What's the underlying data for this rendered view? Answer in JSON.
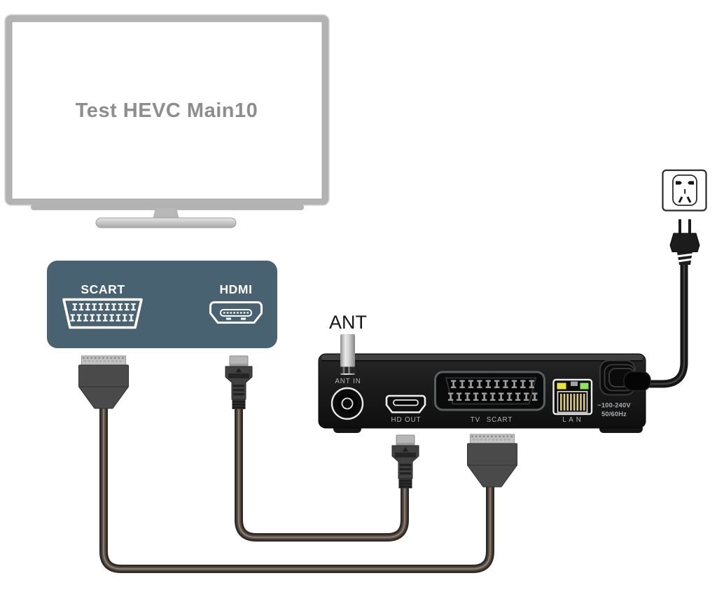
{
  "diagram": {
    "tv": {
      "screen_text": "Test HEVC Main10"
    },
    "tv_panel": {
      "scart_label": "SCART",
      "hdmi_label": "HDMI"
    },
    "antenna": {
      "label": "ANT"
    },
    "receiver": {
      "ports": {
        "ant_in": "ANT IN",
        "hd_out": "HD OUT",
        "tv_scart": "TV SCART",
        "lan": "L A N"
      },
      "power_rating": {
        "line1": "~100-240V",
        "line2": "50/60Hz"
      }
    },
    "icons": {
      "scart_port": "trapezoid-outline-with-pin-rows",
      "hdmi_port": "hdmi-trapezoid-outline",
      "coax_port": "concentric-circles",
      "rj45_port": "jack-with-leds-and-gold-pins",
      "power_outlet": "cn-wall-socket",
      "power_plug": "two-prong-plug"
    },
    "colors": {
      "panel": "#486271",
      "box": "#1a1a1a",
      "tv_frame": "#b3b3b3",
      "led_yellow": "#e8e23f",
      "led_green": "#8ee25c",
      "cable": "#2e2a26",
      "ant_cable_silver": "#d9d9d9"
    }
  }
}
